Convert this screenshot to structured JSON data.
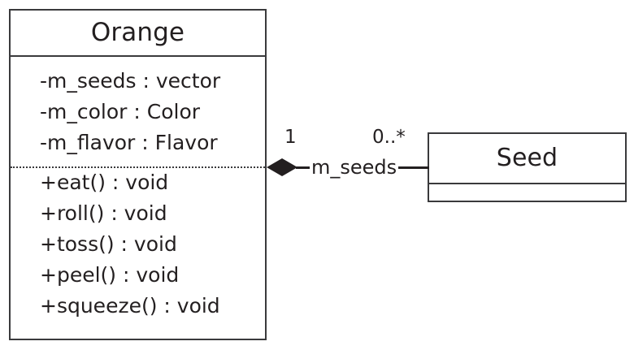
{
  "diagram": {
    "type": "uml-class-diagram",
    "background_color": "#ffffff",
    "line_color": "#3a3a3c",
    "text_color": "#231f20"
  },
  "classes": [
    {
      "name": "Orange",
      "attributes": [
        "-m_seeds : vector",
        "-m_color : Color",
        "-m_flavor : Flavor"
      ],
      "operations": [
        "+eat() : void",
        "+roll() : void",
        "+toss() : void",
        "+peel() : void",
        "+squeeze() : void"
      ]
    },
    {
      "name": "Seed",
      "attributes": [],
      "operations": []
    }
  ],
  "relationship": {
    "kind": "composition",
    "source": "Orange",
    "target": "Seed",
    "role_label": "m_seeds",
    "source_multiplicity": "1",
    "target_multiplicity": "0..*",
    "source_adornment": "filled-diamond"
  }
}
